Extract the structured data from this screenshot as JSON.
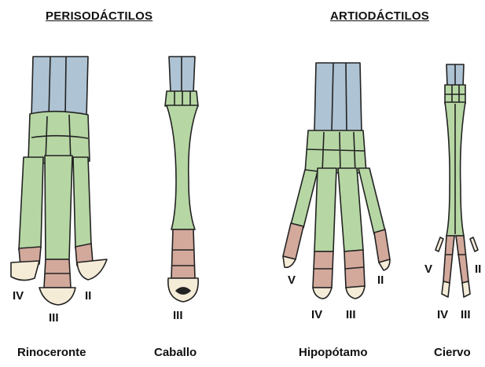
{
  "headings": {
    "left": "PERISODÁCTILOS",
    "right": "ARTIODÁCTILOS"
  },
  "captions": {
    "rhino": "Rinoceronte",
    "horse": "Caballo",
    "hippo": "Hipopótamo",
    "deer": "Ciervo"
  },
  "digits": {
    "rhino": {
      "iv": "IV",
      "iii": "III",
      "ii": "II"
    },
    "horse": {
      "iii": "III"
    },
    "hippo": {
      "v": "V",
      "iv": "IV",
      "iii": "III",
      "ii": "II"
    },
    "deer": {
      "v": "V",
      "iv": "IV",
      "iii": "III",
      "ii": "II"
    }
  },
  "colors": {
    "radius_ulna": "#aec3d3",
    "carpals_metacarpals": "#b6d7a4",
    "phalanges": "#d3a99c",
    "hoof": "#f5ecd8",
    "outline": "#222222"
  }
}
